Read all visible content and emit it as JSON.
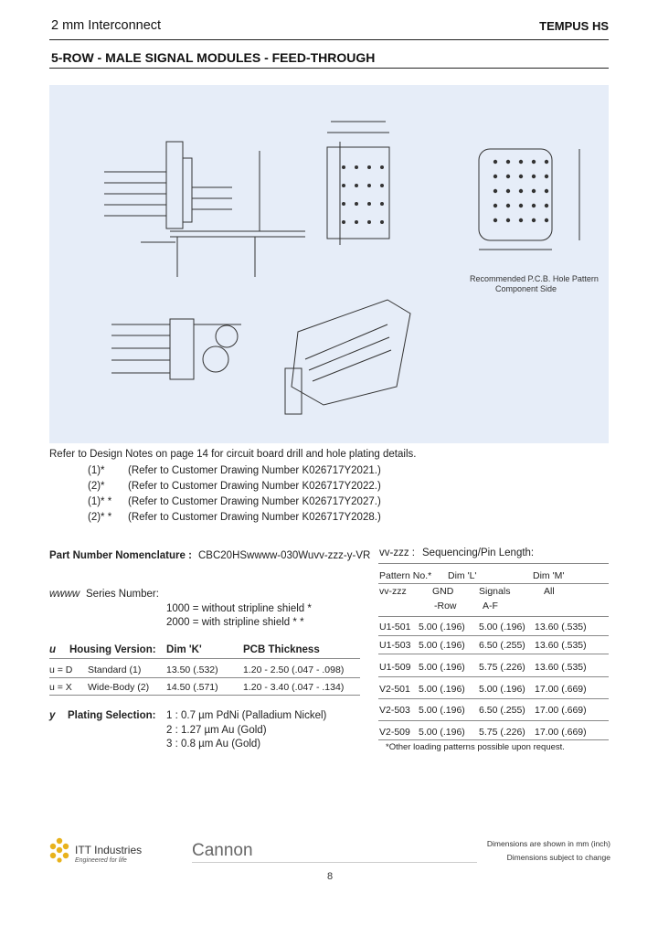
{
  "header": {
    "left_title": "2 mm Interconnect",
    "right_title": "TEMPUS HS",
    "section_title": "5-ROW - MALE SIGNAL MODULES - FEED-THROUGH"
  },
  "figure": {
    "caption_line1": "Recommended  P.C.B. Hole Pattern",
    "caption_line2": "Component Side"
  },
  "notes": {
    "intro": "Refer to Design Notes on page 14 for circuit board drill and hole plating details.",
    "items": [
      {
        "mark": "(1)*",
        "text": "(Refer to Customer Drawing Number K026717Y2021.)"
      },
      {
        "mark": "(2)*",
        "text": "(Refer to Customer Drawing Number K026717Y2022.)"
      },
      {
        "mark": "(1)* *",
        "text": "(Refer to Customer Drawing Number K026717Y2027.)"
      },
      {
        "mark": "(2)* *",
        "text": "(Refer to Customer Drawing Number K026717Y2028.)"
      }
    ]
  },
  "nomenclature": {
    "label": "Part Number Nomenclature :",
    "code": "CBC20HSwwww-030Wuvv-zzz-y-VR",
    "series": {
      "key": "wwww",
      "label": "Series Number:",
      "options": [
        "1000 = without stripline shield *",
        "2000 = with stripline shield * *"
      ]
    },
    "housing": {
      "key": "u",
      "label": "Housing Version:",
      "col_dim_k": "Dim 'K'",
      "col_pcb": "PCB Thickness",
      "rows": [
        {
          "code": "u = D",
          "name": "Standard (1)",
          "dim_k": "13.50 (.532)",
          "pcb": "1.20 - 2.50 (.047 - .098)"
        },
        {
          "code": "u = X",
          "name": "Wide-Body (2)",
          "dim_k": "14.50 (.571)",
          "pcb": "1.20 - 3.40 (.047 - .134)"
        }
      ]
    },
    "plating": {
      "key": "y",
      "label": "Plating Selection:",
      "options": [
        "1 :  0.7 µm PdNi (Palladium Nickel)",
        "2 : 1.27 µm Au (Gold)",
        "3 :  0.8 µm Au (Gold)"
      ]
    }
  },
  "sequencing": {
    "key": "vv-zzz :",
    "label": "Sequencing/Pin Length:",
    "headers": [
      "Pattern No.*",
      "Dim 'L'",
      "Dim 'M'"
    ],
    "subheaders": [
      "vv-zzz",
      "GND",
      "Signals",
      "All"
    ],
    "subheaders2": [
      "-Row",
      "A-F"
    ],
    "rows": [
      [
        "U1-501",
        "5.00 (.196)",
        "5.00 (.196)",
        "13.60 (.535)"
      ],
      [
        "U1-503",
        "5.00 (.196)",
        "6.50 (.255)",
        "13.60 (.535)"
      ],
      [
        "U1-509",
        "5.00 (.196)",
        "5.75 (.226)",
        "13.60 (.535)"
      ],
      [
        "V2-501",
        "5.00 (.196)",
        "5.00 (.196)",
        "17.00 (.669)"
      ],
      [
        "V2-503",
        "5.00 (.196)",
        "6.50 (.255)",
        "17.00 (.669)"
      ],
      [
        "V2-509",
        "5.00 (.196)",
        "5.75 (.226)",
        "17.00 (.669)"
      ]
    ],
    "footnote": "*Other loading patterns possible upon request."
  },
  "footer": {
    "company": "ITT Industries",
    "tagline": "Engineered for life",
    "brand": "Cannon",
    "note1": "Dimensions are shown in mm (inch)",
    "note2": "Dimensions subject to change",
    "page_number": "8"
  },
  "colors": {
    "drawing_bg": "#e6edf8",
    "logo_yellow": "#e8b21c"
  }
}
